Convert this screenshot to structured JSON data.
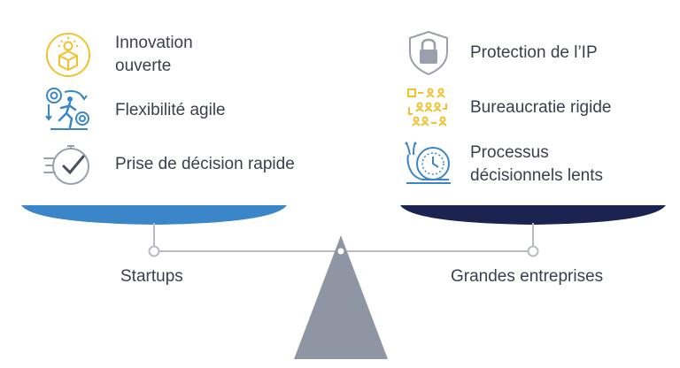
{
  "startups": {
    "items": [
      {
        "icon": "lightbulb-box-icon",
        "lines": [
          "Innovation",
          "ouverte"
        ]
      },
      {
        "icon": "runner-gears-icon",
        "lines": [
          "Flexibilité agile"
        ]
      },
      {
        "icon": "stopwatch-check-icon",
        "lines": [
          "Prise de décision rapide"
        ]
      }
    ],
    "label": "Startups",
    "pan_color": "#3a86c8"
  },
  "enterprises": {
    "items": [
      {
        "icon": "padlock-shield-icon",
        "lines": [
          "Protection de l’IP"
        ]
      },
      {
        "icon": "hierarchy-people-icon",
        "lines": [
          "Bureaucratie rigide"
        ]
      },
      {
        "icon": "snail-clock-icon",
        "lines": [
          "Processus",
          "décisionnels lents"
        ]
      }
    ],
    "label": "Grandes entreprises",
    "pan_color": "#1b2350"
  }
}
